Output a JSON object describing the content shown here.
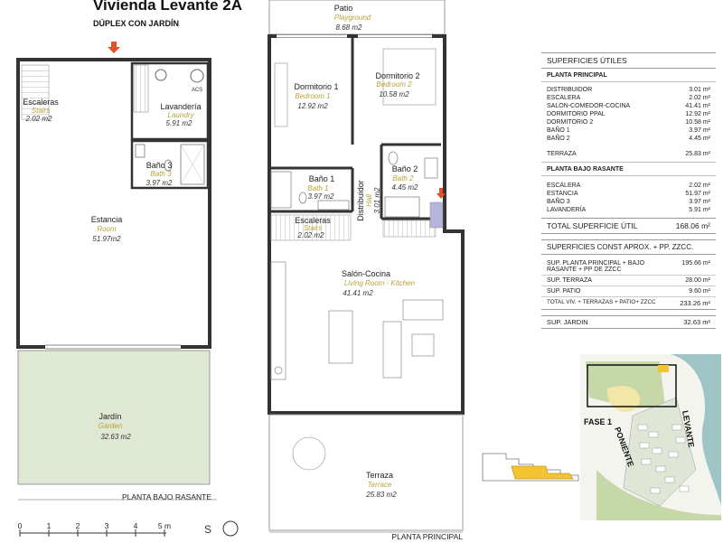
{
  "header": {
    "title": "Vivienda Levante 2A",
    "subtitle": "DÚPLEX CON JARDÍN"
  },
  "lower_floor": {
    "label": "PLANTA BAJO RASANTE",
    "rooms": [
      {
        "name": "Escaleras",
        "en": "Stairs",
        "area": "2.02 m2"
      },
      {
        "name": "Lavandería",
        "en": "Laundry",
        "area": "5.91 m2"
      },
      {
        "name": "Baño 3",
        "en": "Bath 3",
        "area": "3.97 m2"
      },
      {
        "name": "Estancia",
        "en": "Room",
        "area": "51.97m2"
      },
      {
        "name": "Jardín",
        "en": "Garden",
        "area": "32.63 m2"
      }
    ],
    "acs": "ACS"
  },
  "main_floor": {
    "label": "PLANTA PRINCIPAL",
    "rooms": [
      {
        "name": "Patio",
        "en": "Playground",
        "area": "8.68 m2"
      },
      {
        "name": "Dormitorio 1",
        "en": "Bedroom 1",
        "area": "12.92 m2"
      },
      {
        "name": "Dormitorio 2",
        "en": "Bedroom 2",
        "area": "10.58 m2"
      },
      {
        "name": "Baño 1",
        "en": "Bath 1",
        "area": "3.97 m2"
      },
      {
        "name": "Baño 2",
        "en": "Bath 2",
        "area": "4.45 m2"
      },
      {
        "name": "Distribuidor",
        "en": "Hall",
        "area": "3.01 m2"
      },
      {
        "name": "Escaleras",
        "en": "Stairs",
        "area": "2.02 m2"
      },
      {
        "name": "Salón-Cocina",
        "en": "Living Room - Kitchen",
        "area": "41.41 m2"
      },
      {
        "name": "Terraza",
        "en": "Terrace",
        "area": "25.83 m2"
      }
    ]
  },
  "scale": {
    "ticks": [
      "0",
      "1",
      "2",
      "3",
      "4",
      "5 m"
    ],
    "north": "S"
  },
  "areas": {
    "title": "SUPERFICIES ÚTILES",
    "main_title": "PLANTA PRINCIPAL",
    "main_rows": [
      {
        "label": "DISTRIBUIDOR",
        "value": "3.01 m²"
      },
      {
        "label": "ESCALERA",
        "value": "2.02 m²"
      },
      {
        "label": "SALON-COMEDOR-COCINA",
        "value": "41.41 m²"
      },
      {
        "label": "DORMITORIO PPAL",
        "value": "12.92 m²"
      },
      {
        "label": "DORMITORIO 2",
        "value": "10.58 m²"
      },
      {
        "label": "BAÑO 1",
        "value": "3.97 m²"
      },
      {
        "label": "BAÑO 2",
        "value": "4.45 m²"
      }
    ],
    "terrace": {
      "label": "TERRAZA",
      "value": "25.83 m²"
    },
    "lower_title": "PLANTA BAJO RASANTE",
    "lower_rows": [
      {
        "label": "ESCALERA",
        "value": "2.02 m²"
      },
      {
        "label": "ESTANCIA",
        "value": "51.97 m²"
      },
      {
        "label": "BAÑO 3",
        "value": "3.97 m²"
      },
      {
        "label": "LAVANDERÍA",
        "value": "5.91 m²"
      }
    ],
    "total": {
      "label": "TOTAL SUPERFICIE ÚTIL",
      "value": "168.06 m²"
    },
    "const_title": "SUPERFICIES CONST APROX. + PP. ZZCC.",
    "const_rows": [
      {
        "label": "SUP. PLANTA PRINCIPAL + BAJO RASANTE + PP DE ZZCC",
        "value": "195.66 m²"
      },
      {
        "label": "SUP. TERRAZA",
        "value": "28.00 m²"
      },
      {
        "label": "SUP. PATIO",
        "value": "9.60 m²"
      },
      {
        "label": "TOTAL VIV. + TERRAZAS + PATIO+ ZZCC",
        "value": "233.26 m²"
      }
    ],
    "garden": {
      "label": "SUP. JARDIN",
      "value": "32.63 m²"
    }
  },
  "site_map": {
    "phase": "FASE 1",
    "poniente": "PONIENTE",
    "levante": "LEVANTE"
  },
  "colors": {
    "accent_text": "#b9a23b",
    "garden": "#dfe8d2",
    "arrow": "#e2502b",
    "highlight": "#f2c434",
    "map_green": "#c6d7a8",
    "map_water": "#9fc4c5"
  }
}
